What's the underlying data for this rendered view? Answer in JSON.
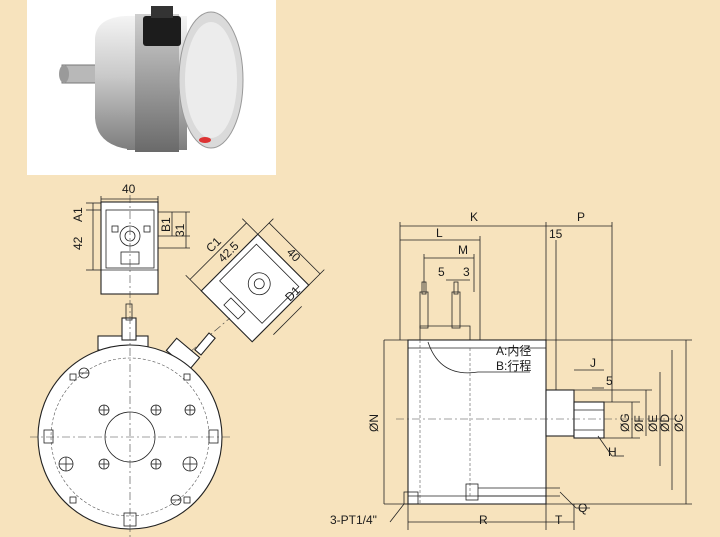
{
  "notes": {
    "a": "A:内径",
    "b": "B:行程"
  },
  "dims": {
    "top_40": "40",
    "a1": "A1",
    "d42": "42",
    "b1": "B1",
    "d31": "31",
    "c1": "C1",
    "d42_5": "42.5",
    "tilt_40": "40",
    "d1": "D1",
    "k": "K",
    "p": "P",
    "l": "L",
    "d15": "15",
    "m": "M",
    "d5": "5",
    "d3": "3",
    "j": "J",
    "d5b": "5",
    "n": "ØN",
    "g": "ØG",
    "f": "ØF",
    "e": "ØE",
    "d": "ØD",
    "c": "ØC",
    "h": "H",
    "q": "Q",
    "r": "R",
    "t": "T",
    "thread": "3-PT1/4\""
  }
}
